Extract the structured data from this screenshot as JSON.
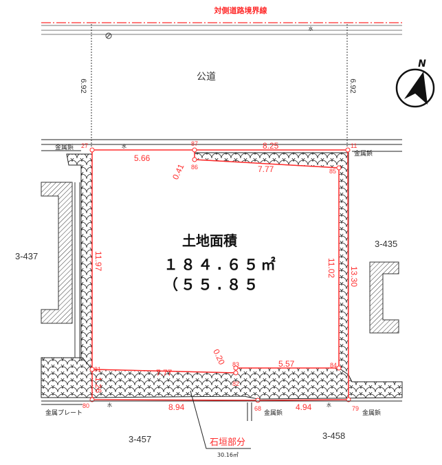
{
  "header": {
    "opposite_boundary_label": "対側道路境界線"
  },
  "road": {
    "label": "公道",
    "width_left": "6.92",
    "width_right": "6.92",
    "water_mark": "水"
  },
  "compass": {
    "label": "N"
  },
  "land_area": {
    "title": "土地面積",
    "sqm": "１８４.６５㎡",
    "tsubo": "（５５.８５"
  },
  "points": {
    "p27": "27",
    "p87": "87",
    "p11": "11",
    "p86": "86",
    "p85": "85",
    "p81": "81",
    "p83": "83",
    "p82": "82",
    "p84": "84",
    "p80": "80",
    "p68": "68",
    "p79": "79"
  },
  "dimensions": {
    "top_left": "5.66",
    "top_total": "8.25",
    "top_offset": "0.41",
    "top_inner": "7.77",
    "left": "11.97",
    "right_inner": "11.02",
    "right_outer": "13.30",
    "bottom_inner_left": "7.77",
    "bottom_offset": "0.20",
    "bottom_inner_right": "5.57",
    "bottom_side": "1.26",
    "bottom_outer_left": "8.94",
    "bottom_outer_right": "4.94"
  },
  "markers": {
    "metal_stud_top_left": "金属鋲",
    "metal_stud_top_right": "金属鋲",
    "metal_plate": "金属プレート",
    "metal_stud_bottom_mid": "金属鋲",
    "metal_stud_bottom_right": "金属鋲",
    "water_bottom_left": "水",
    "water_bottom_right": "水",
    "water_top": "水"
  },
  "neighbors": {
    "west": "3-437",
    "east": "3-435",
    "south_west": "3-457",
    "south_east": "3-458"
  },
  "stone_wall": {
    "label": "石垣部分",
    "area": "30.16㎡"
  },
  "colors": {
    "boundary": "#ff2a2a",
    "line": "#222222"
  }
}
